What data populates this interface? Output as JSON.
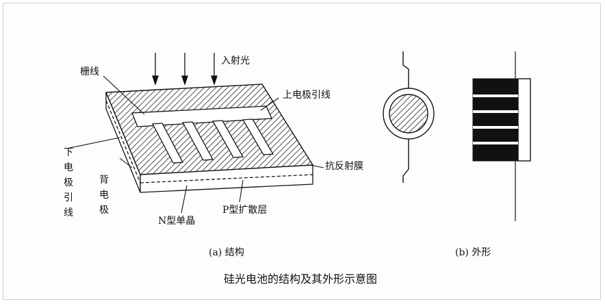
{
  "diagram": {
    "title": "硅光电池的结构及其外形示意图",
    "structure": {
      "caption": "(a) 结构",
      "labels": {
        "incident_light": "入射光",
        "grid_line": "栅线",
        "top_lead": "上电极引线",
        "bottom_lead": [
          "下",
          "电",
          "极",
          "引",
          "线"
        ],
        "back_electrode": [
          "背",
          "电",
          "极"
        ],
        "anti_reflective": "抗反射膜",
        "n_type": "N型单晶",
        "p_type": "P型扩散层"
      }
    },
    "appearance": {
      "caption": "(b) 外形"
    }
  }
}
